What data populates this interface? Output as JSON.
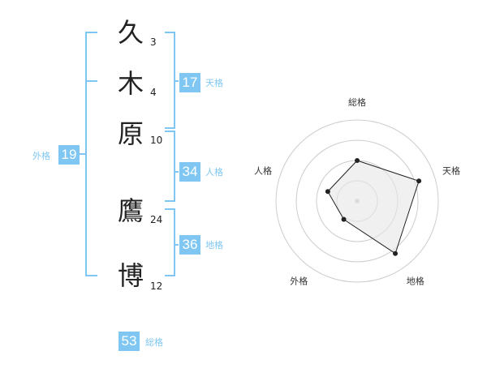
{
  "name_chars": [
    {
      "char": "久",
      "strokes": "3"
    },
    {
      "char": "木",
      "strokes": "4"
    },
    {
      "char": "原",
      "strokes": "10"
    },
    {
      "char": "鷹",
      "strokes": "24"
    },
    {
      "char": "博",
      "strokes": "12"
    }
  ],
  "kakusu": {
    "tenkaku": {
      "value": "17",
      "label": "天格"
    },
    "jinkaku": {
      "value": "34",
      "label": "人格"
    },
    "chikaku": {
      "value": "36",
      "label": "地格"
    },
    "gaikaku": {
      "value": "19",
      "label": "外格"
    },
    "soukaku": {
      "value": "53",
      "label": "総格"
    }
  },
  "colors": {
    "accent": "#7fc7f2",
    "text": "#222222",
    "grid": "#cccccc",
    "fill": "#eeeeee"
  },
  "chart_data": {
    "type": "radar",
    "axes": [
      "総格",
      "天格",
      "地格",
      "外格",
      "人格"
    ],
    "levels": 4,
    "values": [
      0.5,
      0.8,
      0.8,
      0.28,
      0.38
    ],
    "max": 1
  }
}
